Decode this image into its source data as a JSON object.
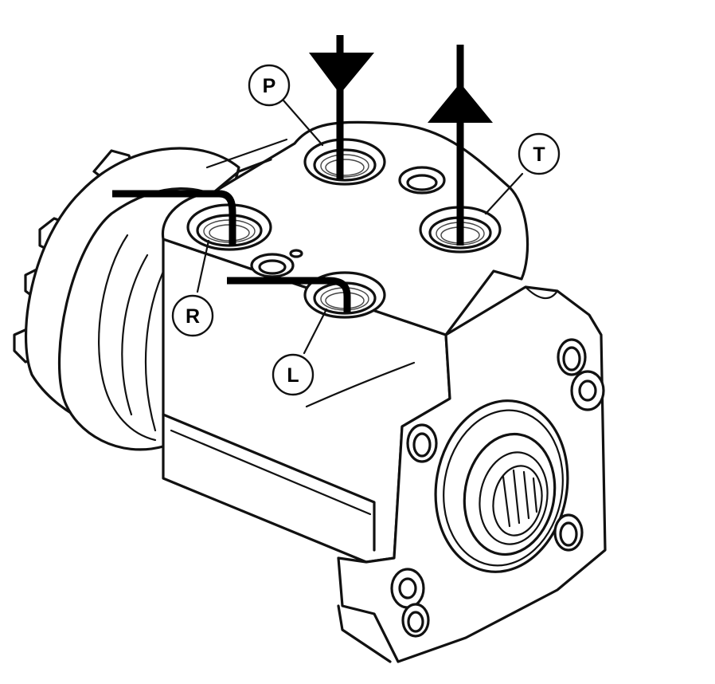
{
  "ports": [
    {
      "id": "P",
      "label": "P"
    },
    {
      "id": "T",
      "label": "T"
    },
    {
      "id": "R",
      "label": "R"
    },
    {
      "id": "L",
      "label": "L"
    }
  ],
  "flow_arrows": [
    {
      "port": "P",
      "direction": "in"
    },
    {
      "port": "T",
      "direction": "out"
    }
  ],
  "colors": {
    "line": "#111111",
    "background": "#ffffff",
    "flow": "#000000"
  }
}
